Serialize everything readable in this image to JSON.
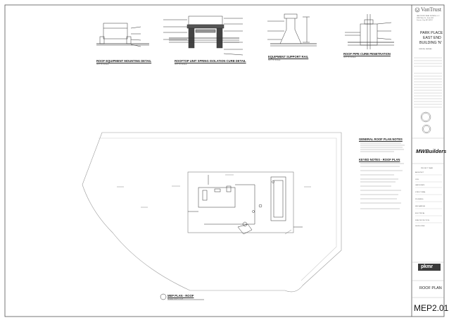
{
  "sheet": {
    "border_color": "#555555",
    "line_color": "#333333"
  },
  "details": {
    "roof_equipment": {
      "title": "ROOF EQUIPMENT MOUNTING DETAIL",
      "scale": "NOT TO SCALE"
    },
    "rooftop_unit": {
      "title": "ROOFTOP UNIT SPRING ISOLATION CURB DETAIL",
      "scale": "NOT TO SCALE"
    },
    "equipment_rail": {
      "title": "EQUIPMENT SUPPORT RAIL",
      "scale": "NOT TO SCALE"
    },
    "pipe_curb": {
      "title": "ROOF PIPE CURB PENETRATION",
      "scale": "NOT TO SCALE"
    }
  },
  "notes": {
    "general_title": "GENERAL ROOF PLAN NOTES",
    "keyed_title": "KEYED NOTES - ROOF PLAN"
  },
  "plan": {
    "title": "MEP PLAN - ROOF",
    "scale": "SCALE: 1/16\" = 1'-0\""
  },
  "title_block": {
    "brand": "VanTrust",
    "company_lines": [
      "VAN TRUST REAL ESTATE, LLC",
      "4900 Main St., Suite 400",
      "Kansas City, MO 64112"
    ],
    "project_lines": [
      "PARK PLACE",
      "EAST END",
      "BUILDING 'N'"
    ],
    "address_lines": [
      "LENEXA, KANSAS"
    ],
    "contractor": "MWBuilders",
    "team_label": "PROJECT TEAM",
    "team_roles": [
      "ARCHITECT",
      "CIVIL",
      "LANDSCAPE",
      "STRUCTURAL",
      "PLUMBING",
      "MECHANICAL",
      "ELECTRICAL",
      "FIRE PROTECTION",
      "DEVELOPER"
    ],
    "engineer_logo": "pkmr",
    "sheet_title": "ROOF PLAN",
    "sheet_number": "MEP2.01"
  }
}
